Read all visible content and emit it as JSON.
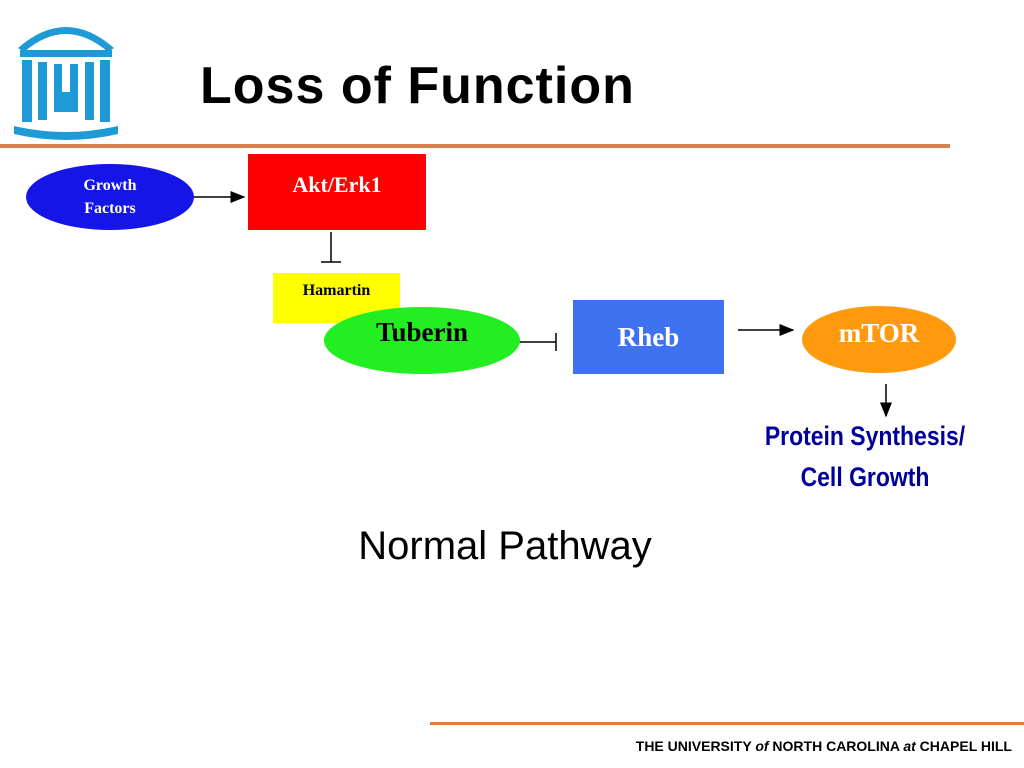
{
  "slide": {
    "title": "Loss of Function",
    "caption": "Normal Pathway"
  },
  "diagram": {
    "nodes": {
      "growth_factors": {
        "line1": "Growth",
        "line2": "Factors",
        "color": "#1515e8"
      },
      "akt_erk1": {
        "label": "Akt/Erk1",
        "color": "#ff0000"
      },
      "hamartin": {
        "label": "Hamartin",
        "color": "#ffff00"
      },
      "tuberin": {
        "label": "Tuberin",
        "color": "#22ee22"
      },
      "rheb": {
        "label": "Rheb",
        "color": "#3f72f0"
      },
      "mtor": {
        "label": "mTOR",
        "color": "#ff9a0e"
      }
    },
    "outcome": {
      "line1": "Protein Synthesis/",
      "line2": "Cell Growth",
      "color": "#000099"
    },
    "edges": [
      {
        "from": "growth_factors",
        "to": "akt_erk1",
        "type": "activates"
      },
      {
        "from": "akt_erk1",
        "to": "hamartin",
        "type": "inhibits"
      },
      {
        "from": "tuberin",
        "to": "rheb",
        "type": "inhibits"
      },
      {
        "from": "rheb",
        "to": "mtor",
        "type": "activates"
      },
      {
        "from": "mtor",
        "to": "outcome",
        "type": "activates"
      }
    ]
  },
  "footer": {
    "part1": "THE UNIVERSITY ",
    "part2": "of",
    "part3": " NORTH CAROLINA ",
    "part4": "at",
    "part5": " CHAPEL HILL"
  },
  "colors": {
    "rule": "#d9804f",
    "logo": "#1e9bd7"
  }
}
